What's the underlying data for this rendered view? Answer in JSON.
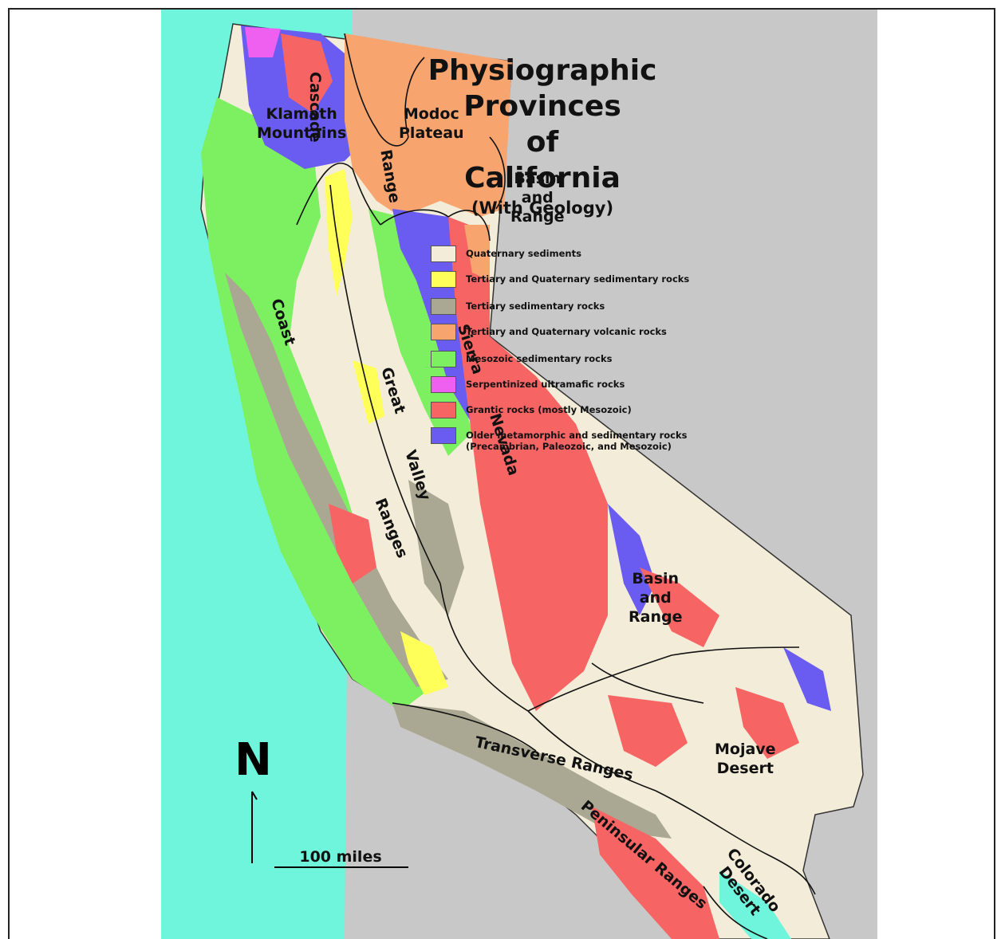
{
  "title": {
    "line1": "Physiographic",
    "line2": "Provinces",
    "line3": "of",
    "line4": "California",
    "subtitle": "(With Geology)"
  },
  "legend": [
    {
      "label": "Quaternary sediments",
      "color": "#f2ecd8"
    },
    {
      "label": "Tertiary and Quaternary sedimentary rocks",
      "color": "#ffff5a"
    },
    {
      "label": "Tertiary sedimentary rocks",
      "color": "#aaa892"
    },
    {
      "label": "Tertiary and Quaternary volcanic rocks",
      "color": "#f7a46e"
    },
    {
      "label": "Mesozoic sedimentary rocks",
      "color": "#7cf060"
    },
    {
      "label": "Serpentinized ultramafic rocks",
      "color": "#f060f0"
    },
    {
      "label": "Grantic rocks (mostly Mesozoic)",
      "color": "#f76464"
    },
    {
      "label": "Older metamorphic and sedimentary rocks\n(Precambrian, Paleozoic, and Mesozoic)",
      "color": "#6a5cf0"
    }
  ],
  "provinces": {
    "klamath": "Klamath\nMountains",
    "cascade": "Cascade",
    "range": "Range",
    "modoc": "Modoc\nPlateau",
    "basin_north": "Basin\nand\nRange",
    "coast": "Coast",
    "ranges": "Ranges",
    "great": "Great",
    "valley": "Valley",
    "sierra": "Sierra",
    "nevada": "Nevada",
    "basin_south": "Basin\nand\nRange",
    "mojave": "Mojave\nDesert",
    "transverse": "Transverse Ranges",
    "peninsular": "Peninsular Ranges",
    "colorado": "Colorado\nDesert"
  },
  "north_label": "N",
  "scale_label": "100 miles",
  "colors": {
    "ocean": "#6ef5dc",
    "land_outside": "#c8c8c8"
  }
}
